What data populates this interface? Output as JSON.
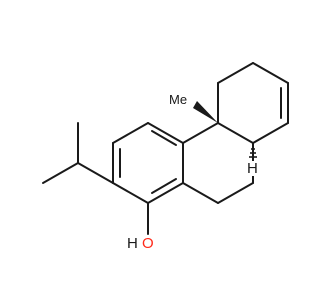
{
  "molecule": {
    "atoms": [
      {
        "id": "carbonyl-oxygen",
        "text": "O",
        "element": "O"
      },
      {
        "id": "ring-oxygen",
        "text": "O",
        "element": "O"
      },
      {
        "id": "hydroxyl-oxygen",
        "text": "O",
        "element": "O"
      },
      {
        "id": "hydroxyl-hydrogen",
        "text": "H",
        "element": "H"
      },
      {
        "id": "stereo-hydrogen",
        "text": "H",
        "element": "H"
      },
      {
        "id": "methyl-label",
        "text": "Me",
        "element": "C"
      }
    ],
    "colors": {
      "bond": "#1a1a1a",
      "oxygen": "#ff2a1a",
      "carbon_hydrogen": "#1a1a1a",
      "background": "#ffffff"
    }
  }
}
